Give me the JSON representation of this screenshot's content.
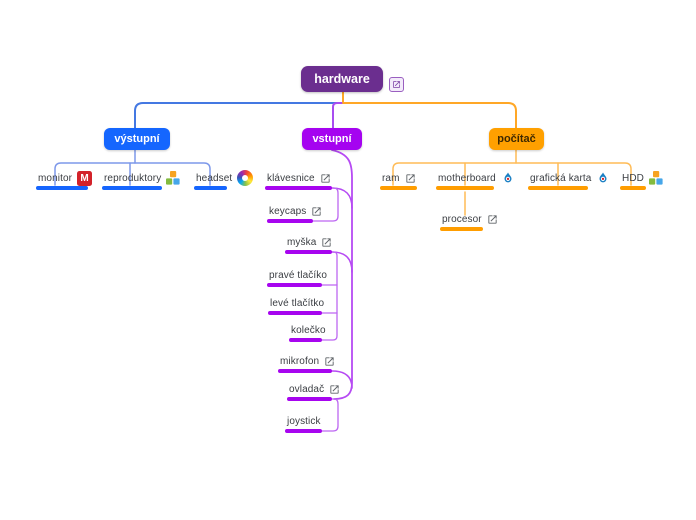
{
  "root": {
    "label": "hardware",
    "link_icon": "external-link-icon",
    "color": "#6b2e8f"
  },
  "icons": {
    "m_logo_text": "M"
  },
  "colors": {
    "blue_branch": "#1565fe",
    "purple_branch": "#a705ef",
    "orange_branch": "#ffa000",
    "root_purple": "#6b2e8f"
  },
  "branches": [
    {
      "label": "výstupní",
      "color": "#1565fe",
      "children": [
        {
          "label": "monitor",
          "icon": "m-logo-icon"
        },
        {
          "label": "reproduktory",
          "icon": "blocks-icon"
        },
        {
          "label": "headset",
          "icon": "color-wheel-icon"
        }
      ]
    },
    {
      "label": "vstupní",
      "color": "#a503f0",
      "children": [
        {
          "label": "klávesnice",
          "icon": "external-link-icon",
          "children": [
            {
              "label": "keycaps",
              "icon": "external-link-icon"
            }
          ]
        },
        {
          "label": "myška",
          "icon": "external-link-icon",
          "children": [
            {
              "label": "pravé tlačíko"
            },
            {
              "label": "levé tlačítko"
            },
            {
              "label": "kolečko"
            }
          ]
        },
        {
          "label": "mikrofon",
          "icon": "external-link-icon"
        },
        {
          "label": "ovladač",
          "icon": "external-link-icon",
          "children": [
            {
              "label": "joystick"
            }
          ]
        }
      ]
    },
    {
      "label": "počítač",
      "color": "#ffa000",
      "children": [
        {
          "label": "ram",
          "icon": "external-link-icon"
        },
        {
          "label": "motherboard",
          "icon": "flame-icon",
          "children": [
            {
              "label": "procesor",
              "icon": "external-link-icon"
            }
          ]
        },
        {
          "label": "grafická karta",
          "icon": "flame-icon"
        },
        {
          "label": "HDD",
          "icon": "blocks-icon"
        }
      ]
    }
  ]
}
